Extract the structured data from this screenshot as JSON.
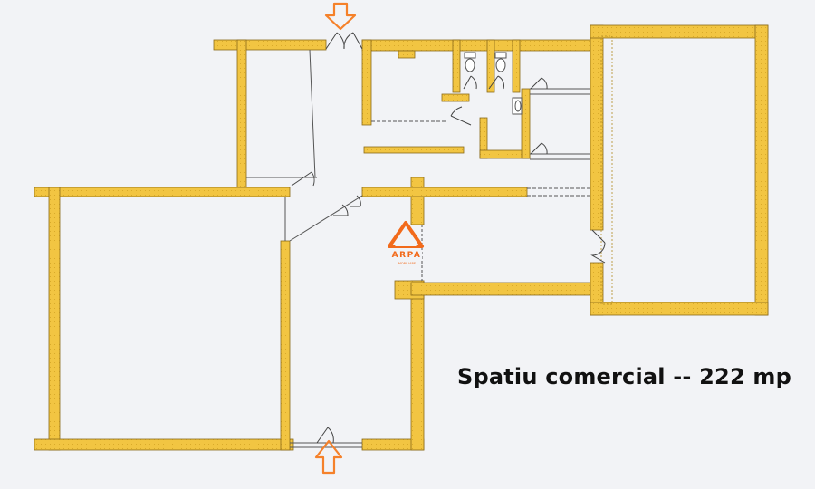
{
  "plan": {
    "caption": "Spatiu comercial -- 222 mp",
    "logo_text": "ARPA",
    "logo_subtext": "IMOBILIARE"
  },
  "colors": {
    "background": "#f2f3f6",
    "wall_fill": "#f2c542",
    "wall_outline": "#8a6a18",
    "door_line": "#444444",
    "arrow": "#f5812a",
    "logo": "#f26a1b",
    "text": "#111111"
  },
  "icons": {
    "entrance_arrow_top": "arrow-down-icon",
    "entrance_arrow_bottom": "arrow-up-icon",
    "toilet": "toilet-icon",
    "sink": "sink-icon",
    "logo": "arpa-logo-icon"
  }
}
